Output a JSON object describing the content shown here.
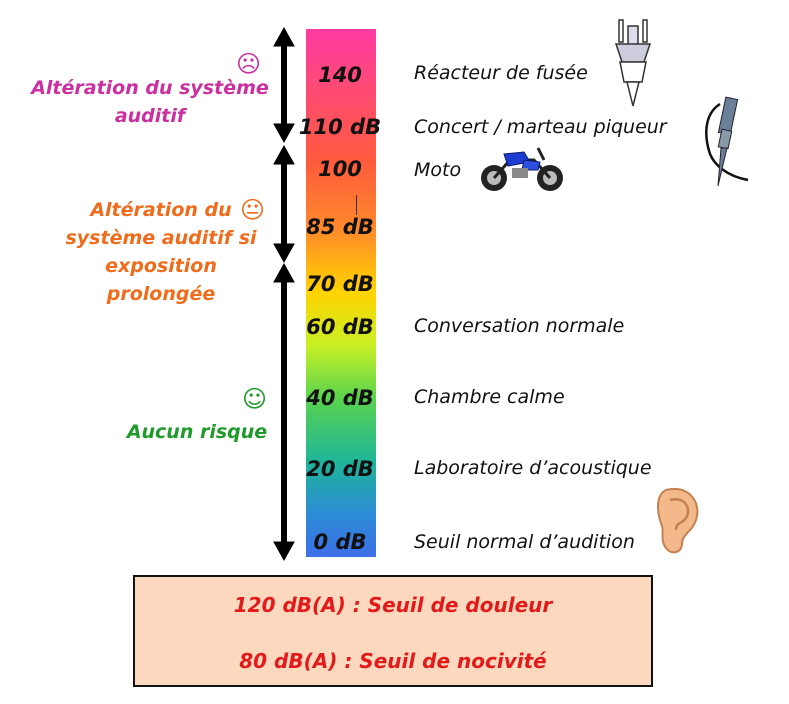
{
  "scale": {
    "levels": [
      "140",
      "110 dB",
      "100",
      "85 dB",
      "70 dB",
      "60 dB",
      "40 dB",
      "20 dB",
      "0 dB"
    ],
    "gradient_top_color": "#ff3aa2",
    "gradient_bottom_color": "#3e6fe8"
  },
  "risks": {
    "high": {
      "line1": "Altération du système",
      "line2": "auditif",
      "face": "☹",
      "color": "#cc2f9f"
    },
    "medium": {
      "line1": "Altération du",
      "line2": "système auditif si",
      "line3": "exposition prolongée",
      "face": "😐",
      "color": "#ef6c1d"
    },
    "none": {
      "line1": "Aucun risque",
      "face": "☺",
      "color": "#1f9a2b"
    }
  },
  "sources": {
    "s140": "Réacteur de fusée",
    "s110": "Concert / marteau piqueur",
    "s100": "Moto",
    "s60": "Conversation normale",
    "s40": "Chambre calme",
    "s20": "Laboratoire d’acoustique",
    "s0": "Seuil normal d’audition"
  },
  "icons": [
    "rocket-icon",
    "jackhammer-icon",
    "motorcycle-icon",
    "ear-icon"
  ],
  "thresholds": {
    "pain": "120 dB(A) : Seuil de douleur",
    "harm": "80 dB(A) : Seuil de nocivité"
  }
}
